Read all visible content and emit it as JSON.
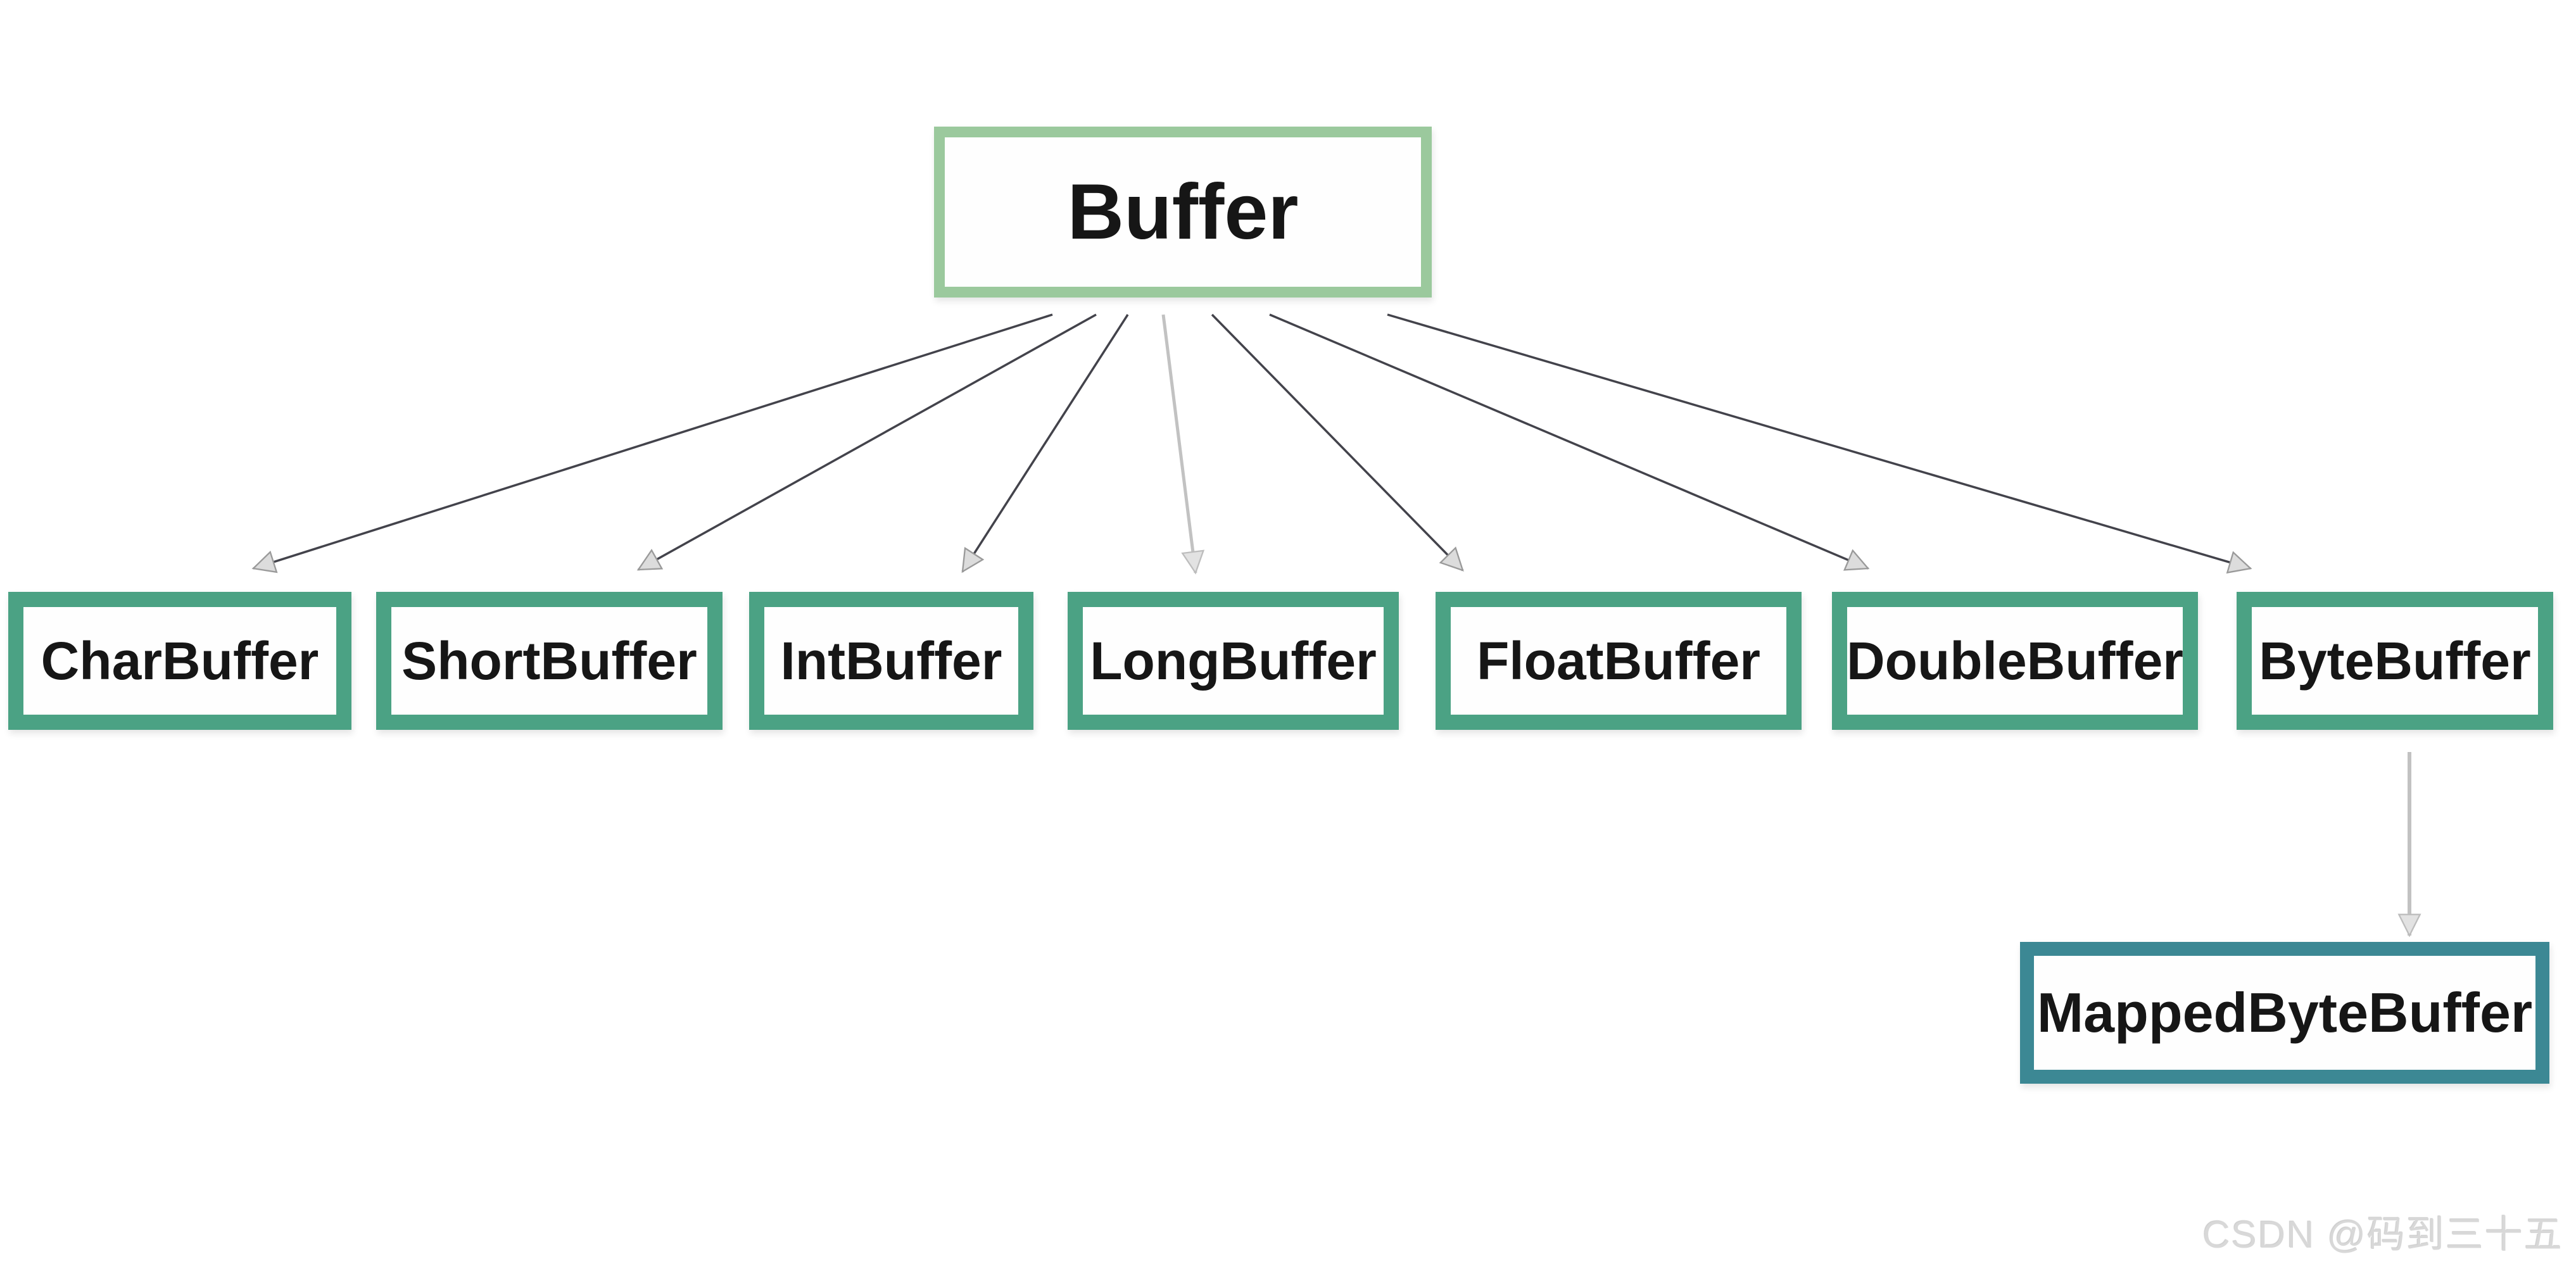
{
  "diagram": {
    "root": {
      "label": "Buffer"
    },
    "children": [
      {
        "label": "CharBuffer"
      },
      {
        "label": "ShortBuffer"
      },
      {
        "label": "IntBuffer"
      },
      {
        "label": "LongBuffer"
      },
      {
        "label": "FloatBuffer"
      },
      {
        "label": "DoubleBuffer"
      },
      {
        "label": "ByteBuffer"
      }
    ],
    "grandchild": {
      "label": "MappedByteBuffer"
    },
    "edges": [
      {
        "from": "Buffer",
        "to": "CharBuffer"
      },
      {
        "from": "Buffer",
        "to": "ShortBuffer"
      },
      {
        "from": "Buffer",
        "to": "IntBuffer"
      },
      {
        "from": "Buffer",
        "to": "LongBuffer"
      },
      {
        "from": "Buffer",
        "to": "FloatBuffer"
      },
      {
        "from": "Buffer",
        "to": "DoubleBuffer"
      },
      {
        "from": "Buffer",
        "to": "ByteBuffer"
      },
      {
        "from": "ByteBuffer",
        "to": "MappedByteBuffer"
      }
    ],
    "colors": {
      "root_border": "#9bc99d",
      "child_border": "#4ba284",
      "grandchild_border": "#3c8894",
      "arrow_line_dark": "#43434b",
      "arrow_line_light": "#c2c2c2",
      "arrowhead_fill": "#dcdcdc",
      "arrowhead_stroke": "#9a9a9a",
      "node_text": "#161616",
      "background": "#ffffff",
      "watermark_text_color": "#d8d8d8"
    }
  },
  "watermark": {
    "text": "CSDN @码到三十五"
  }
}
